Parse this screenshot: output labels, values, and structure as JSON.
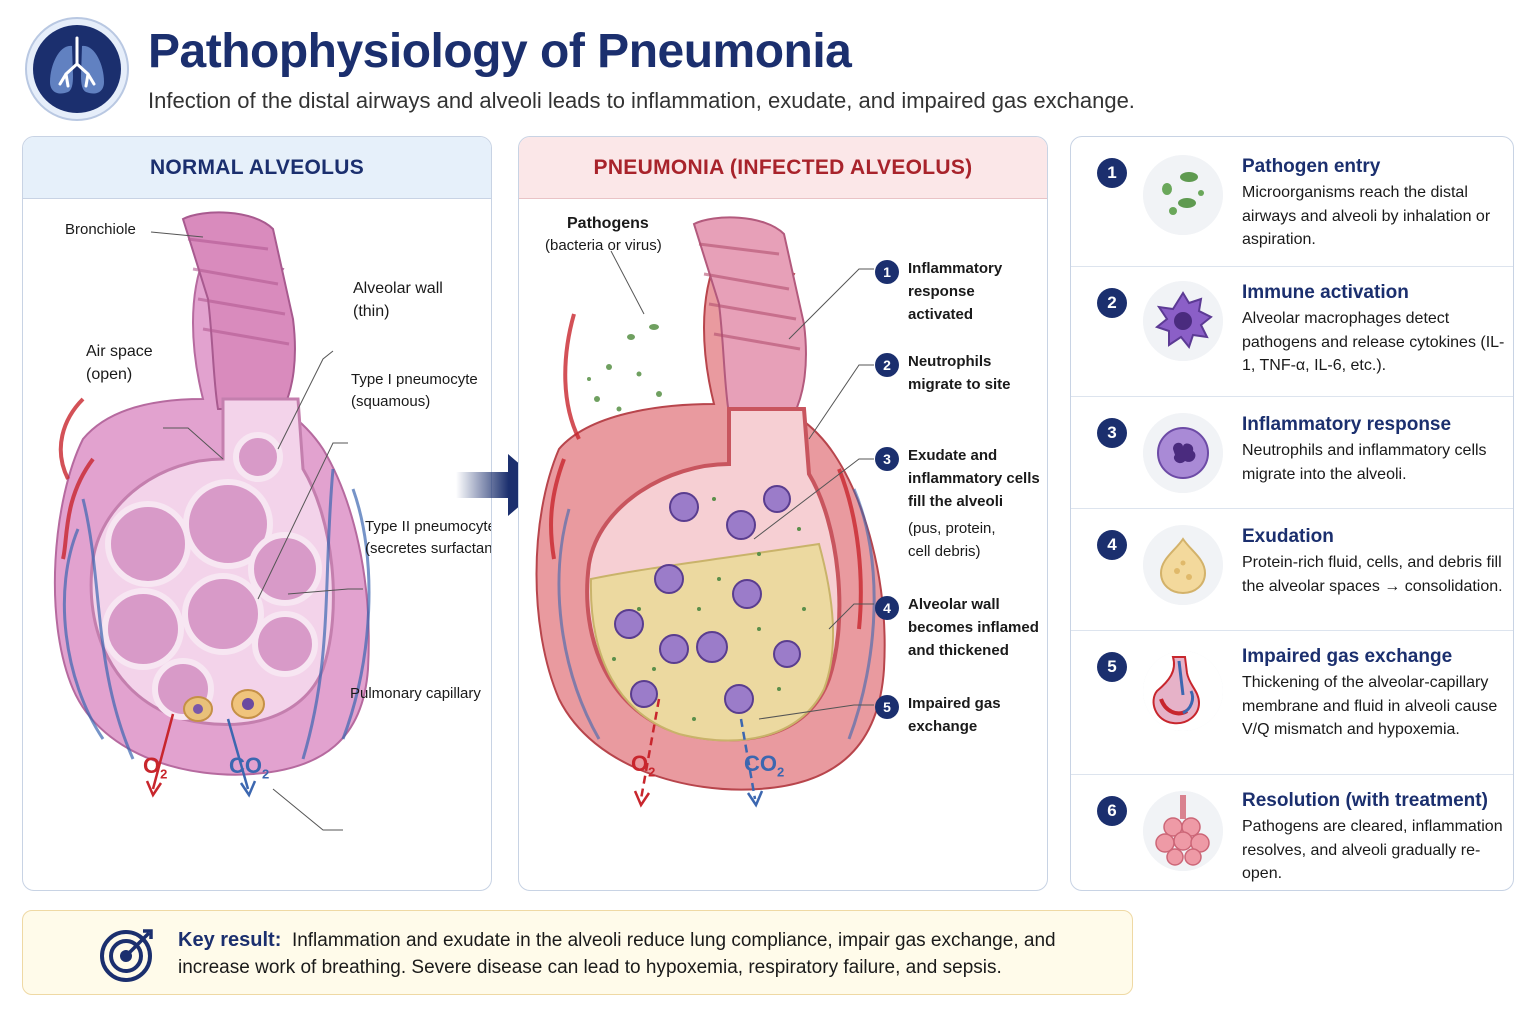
{
  "header": {
    "logo_icon": "lungs-icon",
    "title": "Pathophysiology of Pneumonia",
    "subtitle": "Infection of the distal airways and alveoli leads to inflammation, exudate, and impaired gas exchange."
  },
  "normal": {
    "heading": "NORMAL ALVEOLUS",
    "labels": {
      "bronchiole": "Bronchiole",
      "alveolar_wall": "Alveolar wall",
      "alveolar_wall_sub": "(thin)",
      "air_space": "Air space",
      "air_space_sub": "(open)",
      "type1": "Type I pneumocyte",
      "type1_sub": "(squamous)",
      "type2": "Type II pneumocyte",
      "type2_sub": "(secretes surfactant)",
      "capillary": "Pulmonary capillary"
    },
    "o2": "O",
    "co2": "CO",
    "subscript": "2"
  },
  "pneumonia": {
    "heading": "PNEUMONIA (INFECTED ALVEOLUS)",
    "pathogens": "Pathogens",
    "pathogens_sub": "(bacteria or virus)",
    "callouts": [
      {
        "n": "1",
        "line1": "Inflammatory",
        "line2": "response",
        "line3": "activated"
      },
      {
        "n": "2",
        "line1": "Neutrophils",
        "line2": "migrate to site"
      },
      {
        "n": "3",
        "line1": "Exudate and",
        "line2": "inflammatory cells",
        "line3": "fill the alveoli",
        "sub1": "(pus, protein,",
        "sub2": "cell debris)"
      },
      {
        "n": "4",
        "line1": "Alveolar wall",
        "line2": "becomes inflamed",
        "line3": "and thickened"
      },
      {
        "n": "5",
        "line1": "Impaired gas",
        "line2": "exchange"
      }
    ],
    "o2": "O",
    "co2": "CO",
    "subscript": "2"
  },
  "steps": [
    {
      "n": "1",
      "icon": "bacteria-icon",
      "title": "Pathogen entry",
      "desc": "Microorganisms reach the distal airways and alveoli by inhalation or aspiration."
    },
    {
      "n": "2",
      "icon": "macrophage-icon",
      "title": "Immune activation",
      "desc": "Alveolar macrophages detect pathogens and release cytokines (IL-1, TNF-α, IL-6, etc.)."
    },
    {
      "n": "3",
      "icon": "neutrophil-icon",
      "title": "Inflammatory response",
      "desc": "Neutrophils and inflammatory cells migrate into the alveoli."
    },
    {
      "n": "4",
      "icon": "exudate-icon",
      "title": "Exudation",
      "desc": "Protein-rich fluid, cells, and debris fill the alveolar spaces → consolidation."
    },
    {
      "n": "5",
      "icon": "alveolus-capillary-icon",
      "title": "Impaired gas exchange",
      "desc": "Thickening of the alveolar-capillary membrane and fluid in alveoli cause V/Q mismatch and hypoxemia."
    },
    {
      "n": "6",
      "icon": "alveoli-cluster-icon",
      "title": "Resolution (with treatment)",
      "desc": "Pathogens are cleared, inflammation resolves, and alveoli gradually re-open."
    }
  ],
  "key_result": {
    "icon": "target-icon",
    "label": "Key result:",
    "text": "Inflammation and exudate in the alveoli reduce lung compliance, impair gas exchange, and increase work of breathing. Severe disease can lead to hypoxemia, respiratory failure, and sepsis."
  },
  "colors": {
    "navy": "#1b2f6e",
    "red": "#c8262d",
    "blue": "#3c67b0",
    "alveolus_pink": "#d98bbd",
    "exudate_yellow": "#ecd9a0"
  }
}
